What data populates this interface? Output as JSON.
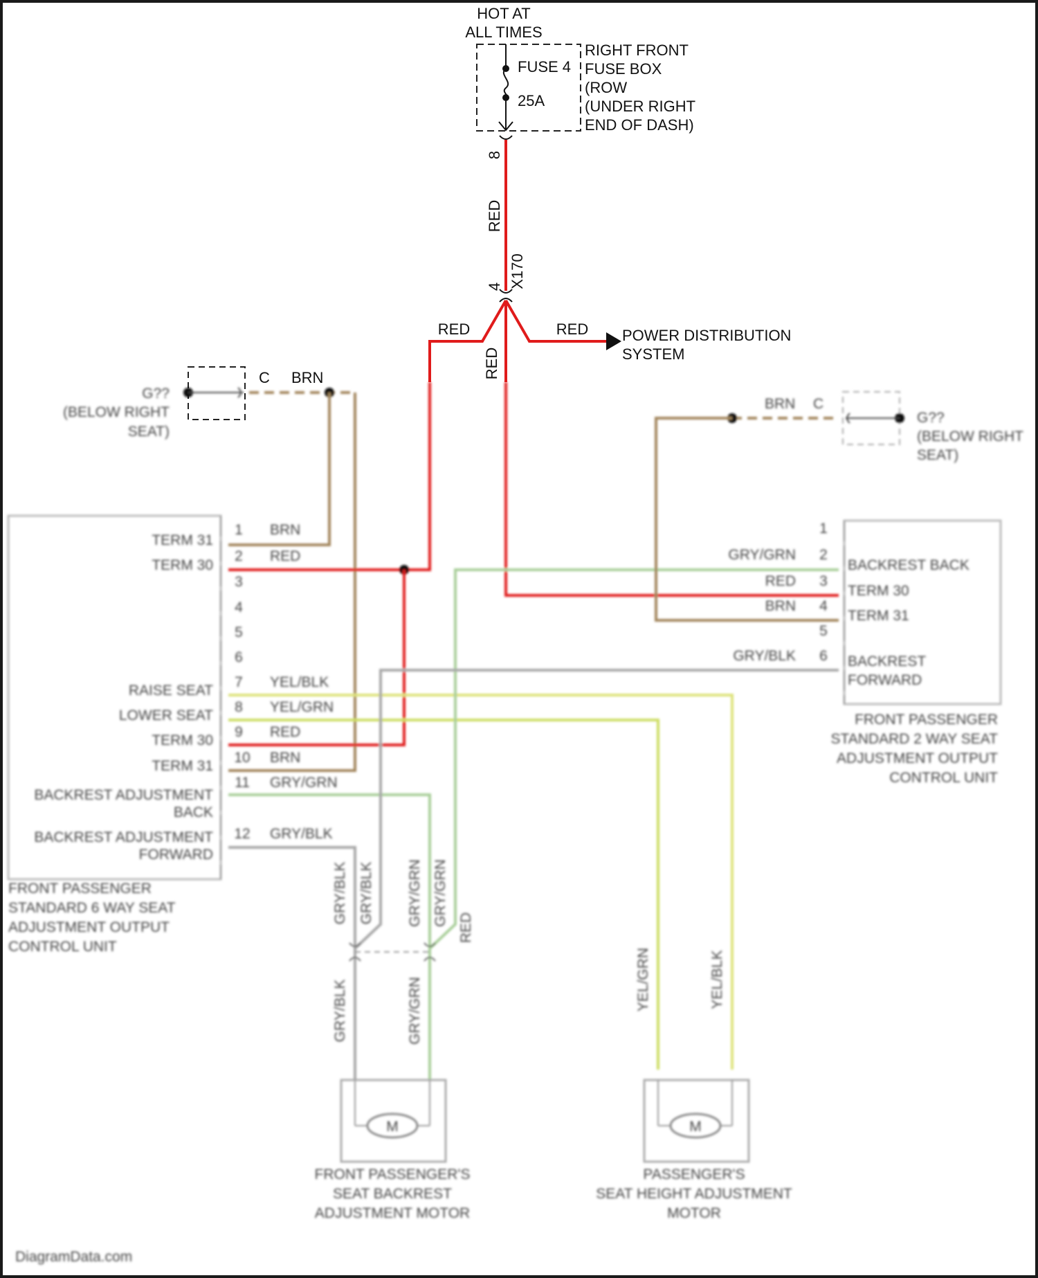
{
  "colors": {
    "red_wire": "#e01b1b",
    "brown_wire": "#a2855b",
    "gray_wire": "#a7a7a7",
    "gray_green_wire": "#a9cf9a",
    "yellow_black_wire": "#dde27a",
    "yellow_green_wire": "#cddd63",
    "frame": "#1a1a1a",
    "text": "#111111"
  },
  "top": {
    "hot_label_1": "HOT AT",
    "hot_label_2": "ALL TIMES",
    "fuse_name": "FUSE 4",
    "fuse_rating": "25A",
    "fuse_box": [
      "RIGHT FRONT",
      "FUSE BOX",
      "(ROW",
      "(UNDER RIGHT",
      "END OF DASH)"
    ],
    "pin_top": "8",
    "wire_top": "RED",
    "pin_splice": "4",
    "splice_name": "X170",
    "wire_left": "RED",
    "wire_right": "RED",
    "wire_down": "RED",
    "power_dist": [
      "POWER DISTRIBUTION",
      "SYSTEM"
    ]
  },
  "ground_left": {
    "label": [
      "G??",
      "(BELOW RIGHT",
      "SEAT)"
    ],
    "conn": "C",
    "wire": "BRN"
  },
  "ground_right": {
    "label": [
      "G??",
      "(BELOW RIGHT",
      "SEAT)"
    ],
    "conn": "C",
    "wire": "BRN"
  },
  "left_unit": {
    "name": [
      "FRONT PASSENGER",
      "STANDARD 6 WAY SEAT",
      "ADJUSTMENT OUTPUT",
      "CONTROL UNIT"
    ],
    "pins": [
      {
        "num": "1",
        "label": "TERM 31",
        "wire": "BRN"
      },
      {
        "num": "2",
        "label": "TERM 30",
        "wire": "RED"
      },
      {
        "num": "3",
        "label": "",
        "wire": ""
      },
      {
        "num": "4",
        "label": "",
        "wire": ""
      },
      {
        "num": "5",
        "label": "",
        "wire": ""
      },
      {
        "num": "6",
        "label": "",
        "wire": ""
      },
      {
        "num": "7",
        "label": "RAISE SEAT",
        "wire": "YEL/BLK"
      },
      {
        "num": "8",
        "label": "LOWER SEAT",
        "wire": "YEL/GRN"
      },
      {
        "num": "9",
        "label": "TERM 30",
        "wire": "RED"
      },
      {
        "num": "10",
        "label": "TERM 31",
        "wire": "BRN"
      },
      {
        "num": "11",
        "label": "BACKREST ADJUSTMENT",
        "wire": "GRY/GRN"
      },
      {
        "num": "12",
        "label": "BACKREST ADJUSTMENT",
        "wire": "GRY/BLK"
      }
    ],
    "pin11_label_line2": "BACK",
    "pin12_label_line2": "FORWARD"
  },
  "right_unit": {
    "name": [
      "FRONT PASSENGER",
      "STANDARD 2 WAY SEAT",
      "ADJUSTMENT OUTPUT",
      "CONTROL UNIT"
    ],
    "pins": [
      {
        "num": "1",
        "label": "",
        "wire": ""
      },
      {
        "num": "2",
        "label": "BACKREST BACK",
        "wire": "GRY/GRN"
      },
      {
        "num": "3",
        "label": "TERM 30",
        "wire": "RED"
      },
      {
        "num": "4",
        "label": "TERM 31",
        "wire": "BRN"
      },
      {
        "num": "5",
        "label": "",
        "wire": ""
      },
      {
        "num": "6",
        "label": "BACKREST",
        "wire": "GRY/BLK"
      }
    ],
    "pin6_label_line2": "FORWARD"
  },
  "mid_wires": {
    "w1": "GRY/BLK",
    "w2": "GRY/BLK",
    "w3": "GRY/GRN",
    "w4": "GRY/GRN",
    "w5": "RED",
    "w6": "GRY/BLK",
    "w7": "GRY/GRN",
    "w8": "YEL/GRN",
    "w9": "YEL/BLK"
  },
  "motor_backrest": {
    "symbol": "M",
    "name": [
      "FRONT PASSENGER'S",
      "SEAT BACKREST",
      "ADJUSTMENT MOTOR"
    ]
  },
  "motor_height": {
    "symbol": "M",
    "name": [
      "PASSENGER'S",
      "SEAT HEIGHT ADJUSTMENT",
      "MOTOR"
    ]
  },
  "watermark": "DiagramData.com"
}
